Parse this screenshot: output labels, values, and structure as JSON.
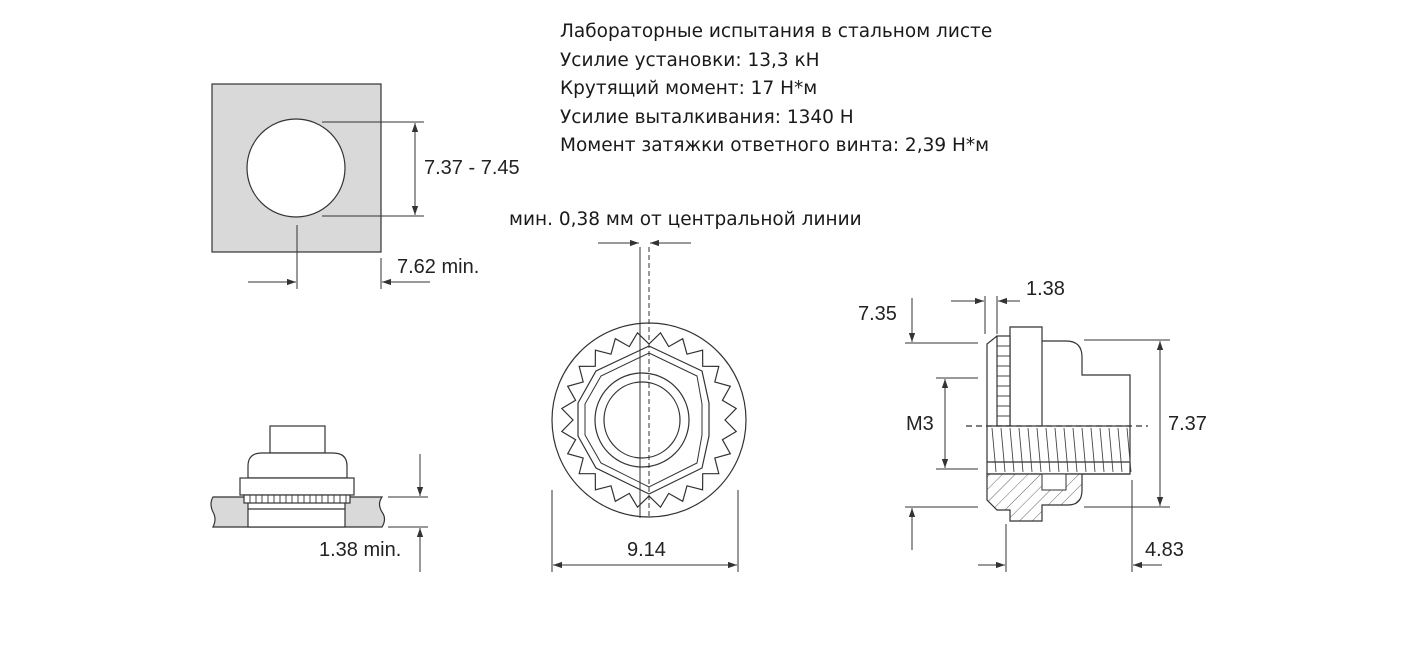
{
  "specs": {
    "title": "Лабораторные испытания в стальном листе",
    "install_force": "Усилие установки: 13,3 кН",
    "torque": "Крутящий момент: 17 Н*м",
    "pushout": "Усилие выталкивания: 1340 Н",
    "mating_torque": "Момент затяжки ответного винта: 2,39 Н*м"
  },
  "dimensions": {
    "hole_diameter": "7.37 - 7.45",
    "edge_distance": "7.62 min.",
    "sheet_thickness": "1.38 min.",
    "centerline_note": "мин. 0,38 мм от центральной линии",
    "flange_diameter": "9.14",
    "shank_width": "1.38",
    "head_offset": "7.35",
    "thread": "M3",
    "overall_height": "7.37",
    "shank_length": "4.83"
  }
}
